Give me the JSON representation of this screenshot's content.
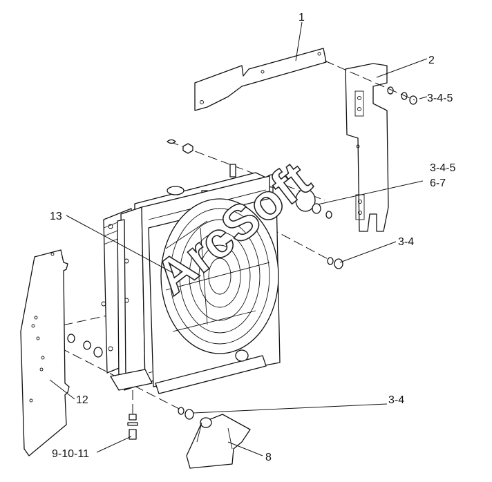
{
  "watermark": "ArcSoft",
  "callouts": [
    {
      "id": "1",
      "text": "1"
    },
    {
      "id": "2",
      "text": "2"
    },
    {
      "id": "3-4-5-top",
      "text": "3-4-5"
    },
    {
      "id": "3-4-5-mid",
      "text": "3-4-5"
    },
    {
      "id": "6-7",
      "text": "6-7"
    },
    {
      "id": "13",
      "text": "13"
    },
    {
      "id": "3-4-mid",
      "text": "3-4"
    },
    {
      "id": "12",
      "text": "12"
    },
    {
      "id": "3-4-bottom",
      "text": "3-4"
    },
    {
      "id": "9-10-11",
      "text": "9-10-11"
    },
    {
      "id": "8",
      "text": "8"
    }
  ]
}
